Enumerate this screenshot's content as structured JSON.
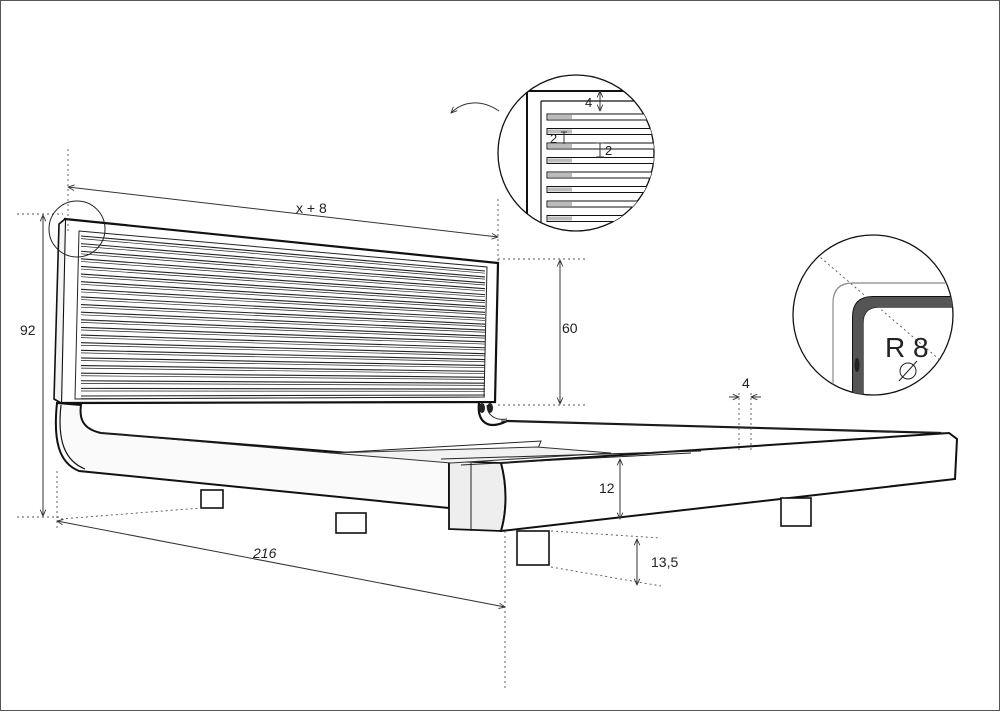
{
  "dimensions": {
    "width_label": "x + 8",
    "height_label": "92",
    "headboard_label": "60",
    "length_label": "216",
    "frame_height_label": "12",
    "leg_height_label": "13,5",
    "rail_thickness_label": "4"
  },
  "detail_slats": {
    "top_gap": "4",
    "slat_label": "2",
    "gap_label": "2"
  },
  "detail_corner": {
    "radius_label": "R 8"
  }
}
